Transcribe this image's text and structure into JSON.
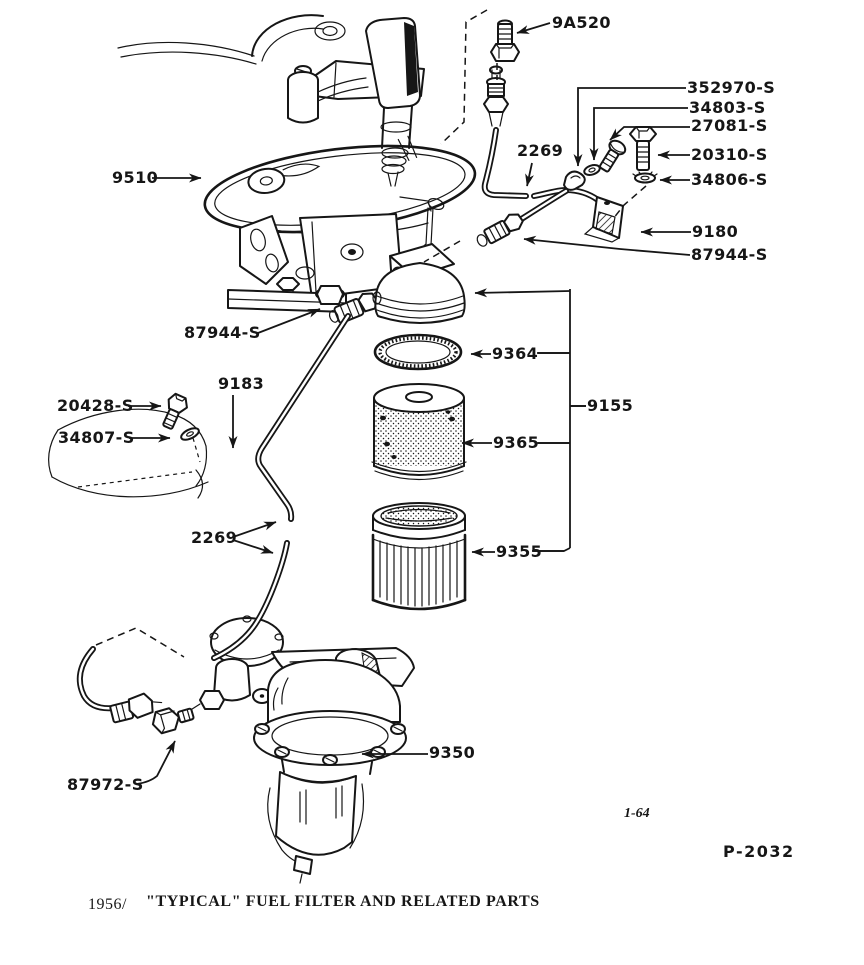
{
  "figure": {
    "caption_index": "1956/",
    "caption_title": "\"TYPICAL\" FUEL FILTER AND RELATED PARTS",
    "page_ref": "1-64",
    "plate_ref": "P-2032"
  },
  "part_labels": {
    "p9a520": "9A520",
    "p352970": "352970-S",
    "p34803": "34803-S",
    "p27081": "27081-S",
    "p20310": "20310-S",
    "p34806": "34806-S",
    "p2269_upper": "2269",
    "p9510": "9510",
    "p9180": "9180",
    "p87944_line": "87944-S",
    "p87944_carb": "87944-S",
    "p9364": "9364",
    "p9155": "9155",
    "p9365": "9365",
    "p9183": "9183",
    "p20428": "20428-S",
    "p34807": "34807-S",
    "p9355": "9355",
    "p2269_lower": "2269",
    "p9350": "9350",
    "p87972": "87972-S"
  },
  "colors": {
    "ink": "#161616",
    "paper": "#ffffff"
  }
}
